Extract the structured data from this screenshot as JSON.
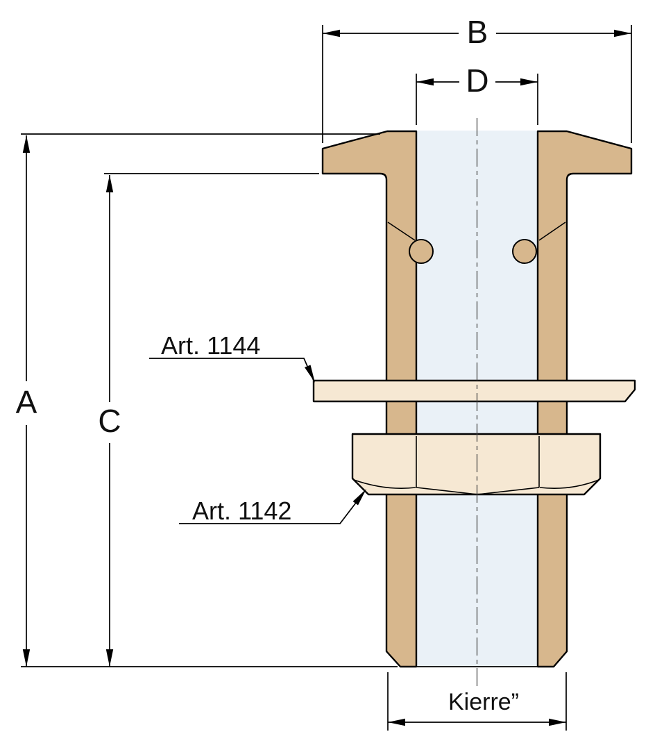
{
  "drawing": {
    "dimensions": {
      "a": "A",
      "b": "B",
      "c": "C",
      "d": "D",
      "thread": "Kierre”"
    },
    "callouts": {
      "washer": "Art. 1144",
      "nut": "Art. 1142"
    },
    "colors": {
      "section": "#d7b78d",
      "light": "#f6e8d3",
      "bore": "#eaf1f7",
      "line": "#000000"
    }
  }
}
